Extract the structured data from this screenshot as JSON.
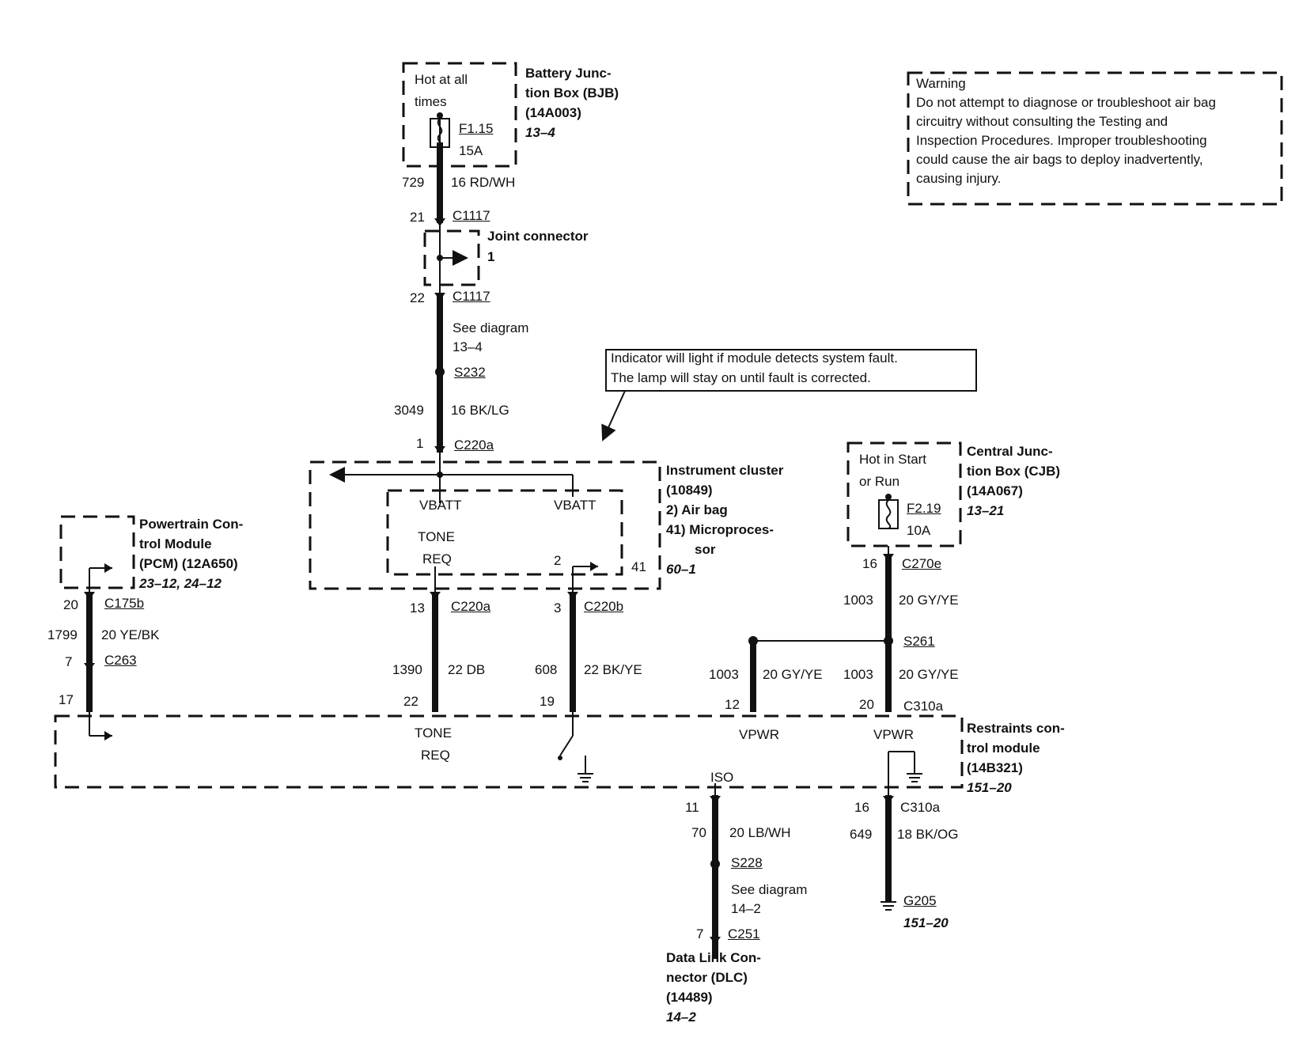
{
  "warning": {
    "title": "Warning",
    "line1": "Do not attempt to diagnose or troubleshoot air bag",
    "line2": "circuitry without consulting the Testing and",
    "line3": "Inspection Procedures. Improper troubleshooting",
    "line4": "could cause the air bags to deploy inadvertently,",
    "line5": "causing injury."
  },
  "indicator_note": {
    "line1": "Indicator will light if module detects system fault.",
    "line2": "The lamp will stay on until fault is corrected."
  },
  "bjb": {
    "hot_line1": "Hot at all",
    "hot_line2": "times",
    "fuse": "F1.15",
    "amps": "15A",
    "name1": "Battery Junc-",
    "name2": "tion Box (BJB)",
    "name3": "(14A003)",
    "ref": "13–4"
  },
  "wire_729": {
    "circuit": "729",
    "spec": "16 RD/WH"
  },
  "c1117_top": {
    "pin": "21",
    "conn": "C1117"
  },
  "joint": {
    "name": "Joint connector",
    "pin": "1"
  },
  "c1117_bottom": {
    "pin": "22",
    "conn": "C1117"
  },
  "see_diagram_1": {
    "line1": "See diagram",
    "line2": "13–4"
  },
  "s232": "S232",
  "wire_3049": {
    "circuit": "3049",
    "spec": "16 BK/LG"
  },
  "c220a_top": {
    "pin": "1",
    "conn": "C220a"
  },
  "cluster": {
    "name1": "Instrument cluster",
    "name2": "(10849)",
    "name3": "2)   Air bag",
    "name4": "41)  Microproces-",
    "name5": "sor",
    "ref": "60–1",
    "vbatt_left": "VBATT",
    "vbatt_right": "VBATT",
    "tone": "TONE",
    "req": "REQ",
    "pin2": "2",
    "pin41": "41"
  },
  "pcm": {
    "name1": "Powertrain Con-",
    "name2": "trol Module",
    "name3": "(PCM) (12A650)",
    "ref": "23–12, 24–12"
  },
  "pcm_wire": {
    "pin20": "20",
    "conn_c175b": "C175b",
    "circuit": "1799",
    "spec": "20 YE/BK",
    "pin7": "7",
    "conn_c263": "C263",
    "pin17": "17"
  },
  "tone_wire": {
    "pin13": "13",
    "conn": "C220a",
    "circuit": "1390",
    "spec": "22 DB",
    "pin22": "22"
  },
  "lamp_wire": {
    "pin3": "3",
    "conn": "C220b",
    "circuit": "608",
    "spec": "22 BK/YE",
    "pin19": "19"
  },
  "cjb": {
    "hot_line1": "Hot in Start",
    "hot_line2": "or Run",
    "fuse": "F2.19",
    "amps": "10A",
    "name1": "Central Junc-",
    "name2": "tion Box (CJB)",
    "name3": "(14A067)",
    "ref": "13–21"
  },
  "cjb_wire": {
    "pin16": "16",
    "conn": "C270e",
    "circuit": "1003",
    "spec": "20 GY/YE",
    "splice": "S261"
  },
  "vpwr_wire_left": {
    "circuit": "1003",
    "spec": "20 GY/YE",
    "pin": "12"
  },
  "vpwr_wire_right": {
    "circuit": "1003",
    "spec": "20 GY/YE",
    "pin": "20",
    "conn": "C310a"
  },
  "rcm": {
    "tone": "TONE",
    "req": "REQ",
    "vpwr1": "VPWR",
    "vpwr2": "VPWR",
    "iso": "ISO",
    "name1": "Restraints con-",
    "name2": "trol module",
    "name3": "(14B321)",
    "ref": "151–20"
  },
  "iso_wire": {
    "pin11": "11",
    "circuit": "70",
    "spec": "20 LB/WH",
    "splice": "S228",
    "see1": "See diagram",
    "see2": "14–2",
    "pin7": "7",
    "conn": "C251"
  },
  "dlc": {
    "name1": "Data Link Con-",
    "name2": "nector (DLC)",
    "name3": "(14489)",
    "ref": "14–2"
  },
  "ground_wire": {
    "pin16": "16",
    "conn": "C310a",
    "circuit": "649",
    "spec": "18 BK/OG",
    "ground": "G205",
    "ref": "151–20"
  }
}
